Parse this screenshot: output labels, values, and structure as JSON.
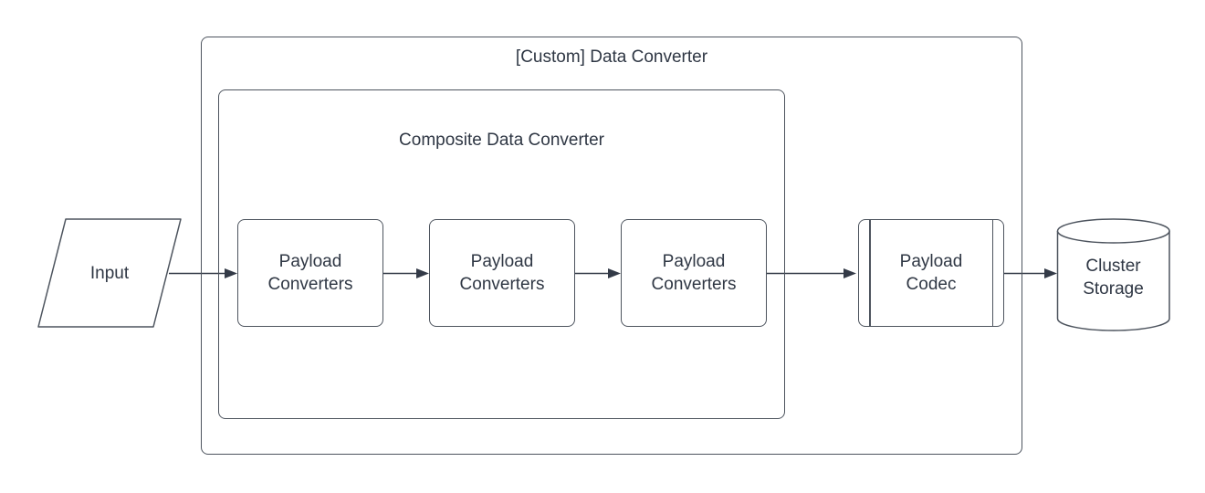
{
  "colors": {
    "stroke": "#4d545e",
    "connector": "#333a47",
    "text": "#2f3744",
    "bg": "#ffffff"
  },
  "diagram": {
    "outer_container": {
      "label": "[Custom] Data Converter"
    },
    "inner_container": {
      "label": "Composite Data Converter"
    },
    "input_node": {
      "label": "Input",
      "shape": "parallelogram"
    },
    "payload_converters": [
      {
        "label": "Payload Converters"
      },
      {
        "label": "Payload Converters"
      },
      {
        "label": "Payload Converters"
      }
    ],
    "payload_codec": {
      "label": "Payload Codec",
      "shape": "predefined-process"
    },
    "cluster_storage": {
      "label": "Cluster Storage",
      "shape": "cylinder"
    }
  }
}
